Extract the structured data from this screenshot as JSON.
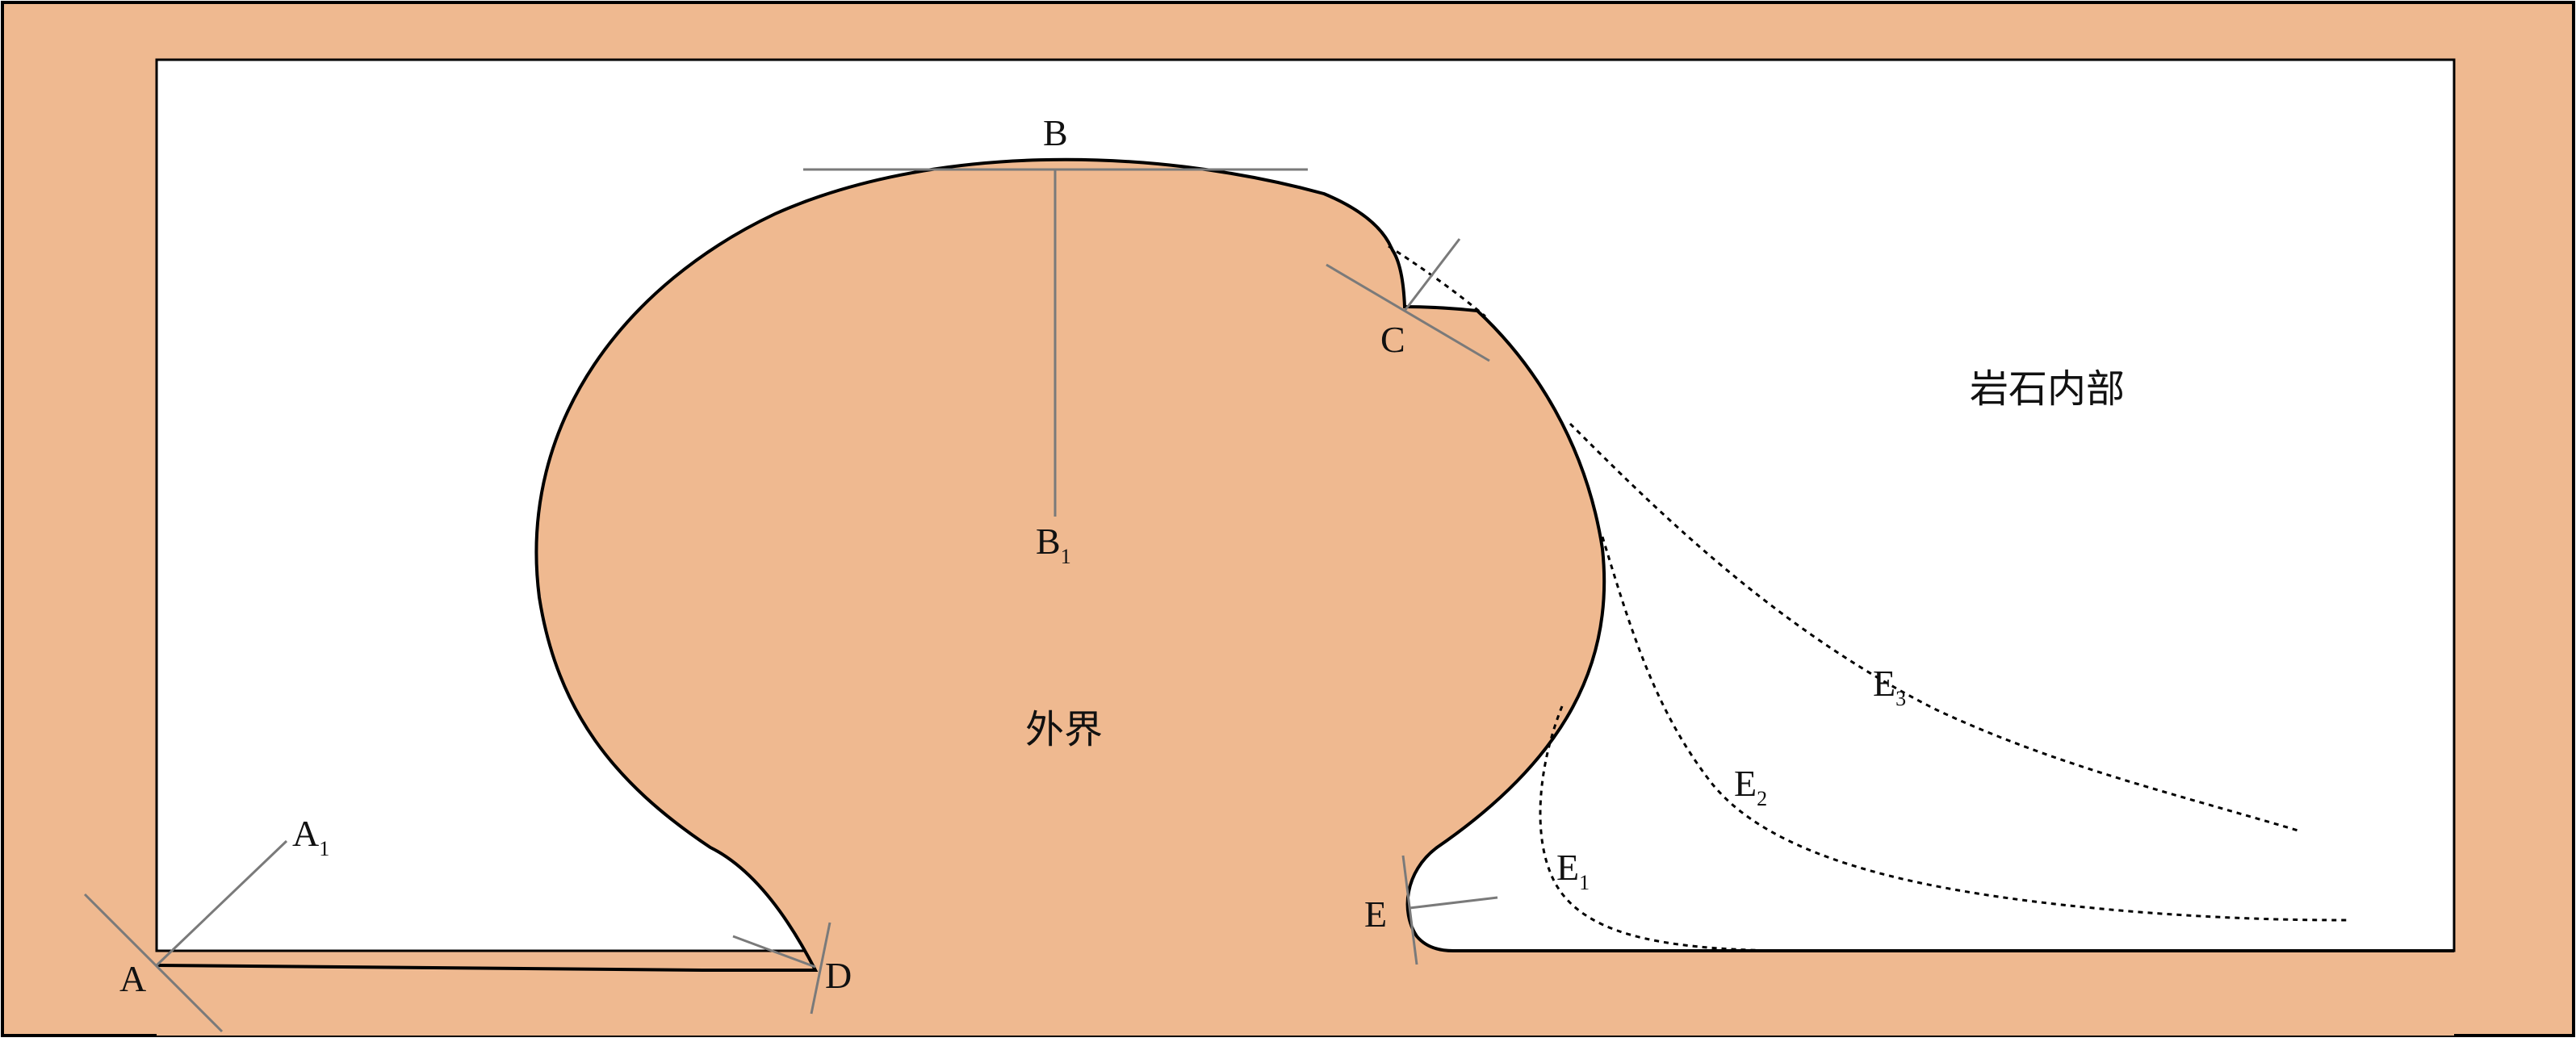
{
  "colors": {
    "rock": "#EFB990",
    "void": "#FFFFFF",
    "outline": "#000000",
    "tangent_line": "#7A7A7A"
  },
  "regions": {
    "interior": "岩石内部",
    "exterior": "外界"
  },
  "points": {
    "A": "A",
    "A1": {
      "main": "A",
      "sub": "1"
    },
    "B": "B",
    "B1": {
      "main": "B",
      "sub": "1"
    },
    "C": "C",
    "D": "D",
    "E": "E",
    "E1": {
      "main": "E",
      "sub": "1"
    },
    "E2": {
      "main": "E",
      "sub": "2"
    },
    "E3": {
      "main": "E",
      "sub": "3"
    }
  }
}
